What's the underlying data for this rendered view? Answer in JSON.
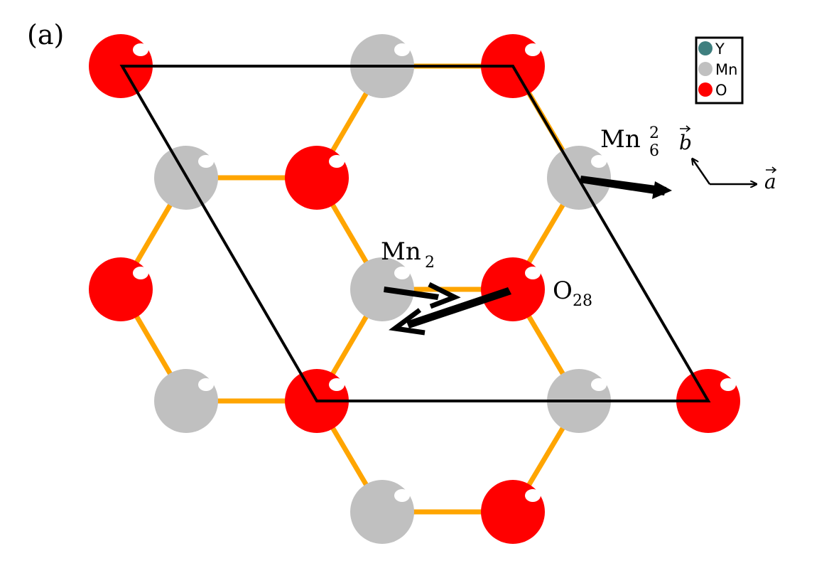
{
  "panel_label": "(a)",
  "legend": [
    {
      "label": "Y",
      "color": "#3f7f7f"
    },
    {
      "label": "Mn",
      "color": "#c0c0c0"
    },
    {
      "label": "O",
      "color": "#ff0000"
    }
  ],
  "labels": {
    "mn6": {
      "base": "Mn",
      "sub": "6",
      "sup": "2"
    },
    "mn2": {
      "base": "Mn",
      "sub": "2"
    },
    "o28": {
      "base": "O",
      "sub": "28"
    },
    "vec_b": "b",
    "vec_a": "a"
  },
  "colors": {
    "oxygen": "#ff0000",
    "manganese": "#c0c0c0",
    "yttrium": "#3f7f7f",
    "bond": "#ffa500",
    "cell": "#000000",
    "arrow": "#000000"
  }
}
